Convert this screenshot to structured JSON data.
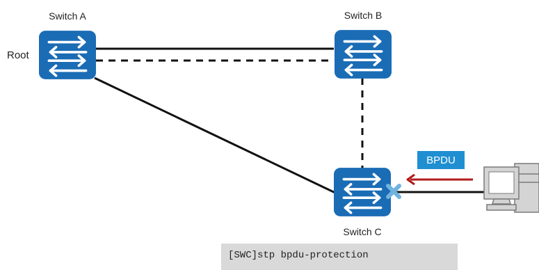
{
  "nodes": {
    "switch_a": {
      "label": "Switch A",
      "role_label": "Root"
    },
    "switch_b": {
      "label": "Switch B"
    },
    "switch_c": {
      "label": "Switch C"
    }
  },
  "bpdu_label": "BPDU",
  "command": "[SWC]stp bpdu-protection",
  "colors": {
    "switch": "#1a6cb5",
    "bpdu_badge": "#1f8fd1",
    "arrow": "#b01a1a",
    "blocked_x": "#6fb3e0",
    "link": "#111111",
    "command_bg": "#d9d9d9"
  },
  "icons": {
    "switch": "switch-icon",
    "pc": "computer-icon",
    "block": "blocked-x-icon"
  }
}
